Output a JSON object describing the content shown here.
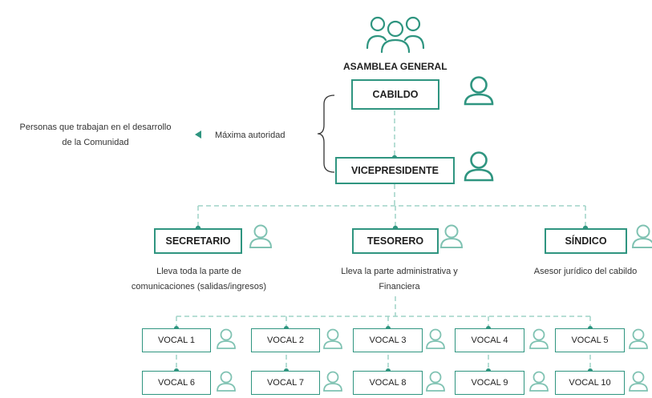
{
  "colors": {
    "accent": "#2f9580",
    "accent_light": "#7fc2b2",
    "dashed": "#9fd4c7"
  },
  "title": "ASAMBLEA GENERAL",
  "side_note": {
    "line1": "Personas que trabajan en el desarrollo",
    "line2": "de la Comunidad"
  },
  "authority_label": "Máxima autoridad",
  "top": {
    "cabildo": "CABILDO",
    "vicepresidente": "VICEPRESIDENTE"
  },
  "middle": [
    {
      "label": "SECRETARIO",
      "desc1": "Lleva toda la parte de",
      "desc2": "comunicaciones (salidas/ingresos)"
    },
    {
      "label": "TESORERO",
      "desc1": "Lleva la parte administrativa y",
      "desc2": "Financiera"
    },
    {
      "label": "SÍNDICO",
      "desc1": "Asesor jurídico del cabildo",
      "desc2": ""
    }
  ],
  "vocals_row1": [
    "VOCAL 1",
    "VOCAL 2",
    "VOCAL 3",
    "VOCAL 4",
    "VOCAL 5"
  ],
  "vocals_row2": [
    "VOCAL 6",
    "VOCAL 7",
    "VOCAL 8",
    "VOCAL 9",
    "VOCAL 10"
  ],
  "icons": {
    "group": "users-group-icon",
    "person": "person-icon"
  }
}
